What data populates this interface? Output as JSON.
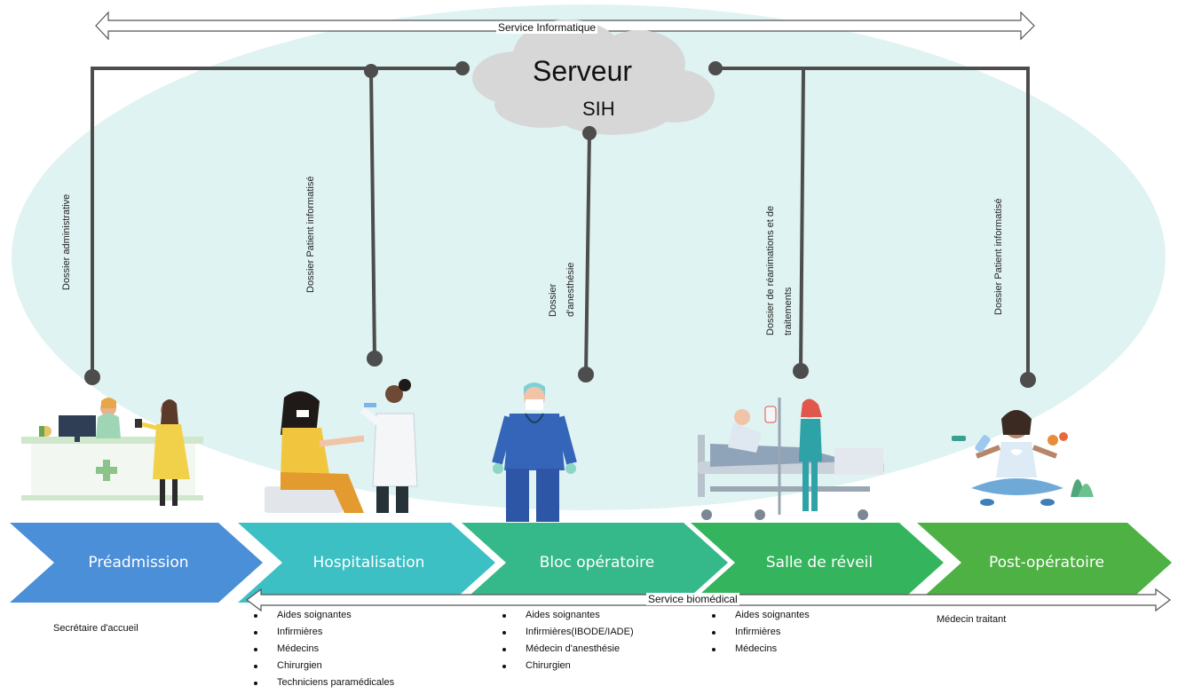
{
  "colors": {
    "backdrop": "#dff3f2",
    "stage_preadmission": "#4a8fd8",
    "stage_hospitalisation": "#3cc0c4",
    "stage_bloc": "#35b98a",
    "stage_reveil": "#35b45e",
    "stage_postop": "#4db143",
    "connector": "#4d4d4d",
    "cloud": "#d7d7d7"
  },
  "top_arrow": {
    "label": "Service Informatique"
  },
  "server": {
    "title": "Serveur",
    "subtitle": "SIH"
  },
  "dossiers": {
    "preadmission": "Dossier administrative",
    "hospitalisation": "Dossier Patient informatisé",
    "bloc_line1": "Dossier",
    "bloc_line2": "d'anesthésie",
    "reveil_line1": "Dossier   de   réanimations   et   de",
    "reveil_line2": "traitements",
    "postop": "Dossier Patient informatisé"
  },
  "stages": [
    {
      "label": "Préadmission",
      "illustration": "reception-desk-icon"
    },
    {
      "label": "Hospitalisation",
      "illustration": "vaccination-icon"
    },
    {
      "label": "Bloc opératoire",
      "illustration": "surgeon-icon"
    },
    {
      "label": "Salle de réveil",
      "illustration": "hospital-bed-icon"
    },
    {
      "label": "Post-opératoire",
      "illustration": "meditation-icon"
    }
  ],
  "bottom_arrow": {
    "label": "Service biomédical"
  },
  "roles": {
    "preadmission": "Secrétaire d'accueil",
    "hospitalisation": [
      "Aides soignantes",
      "Infirmières",
      "Médecins",
      "Chirurgien",
      "Techniciens paramédicales"
    ],
    "bloc": [
      "Aides soignantes",
      "Infirmières(IBODE/IADE)",
      "Médecin d'anesthésie",
      "Chirurgien"
    ],
    "reveil": [
      "Aides soignantes",
      "Infirmières",
      "Médecins"
    ],
    "postop": "Médecin traitant"
  }
}
